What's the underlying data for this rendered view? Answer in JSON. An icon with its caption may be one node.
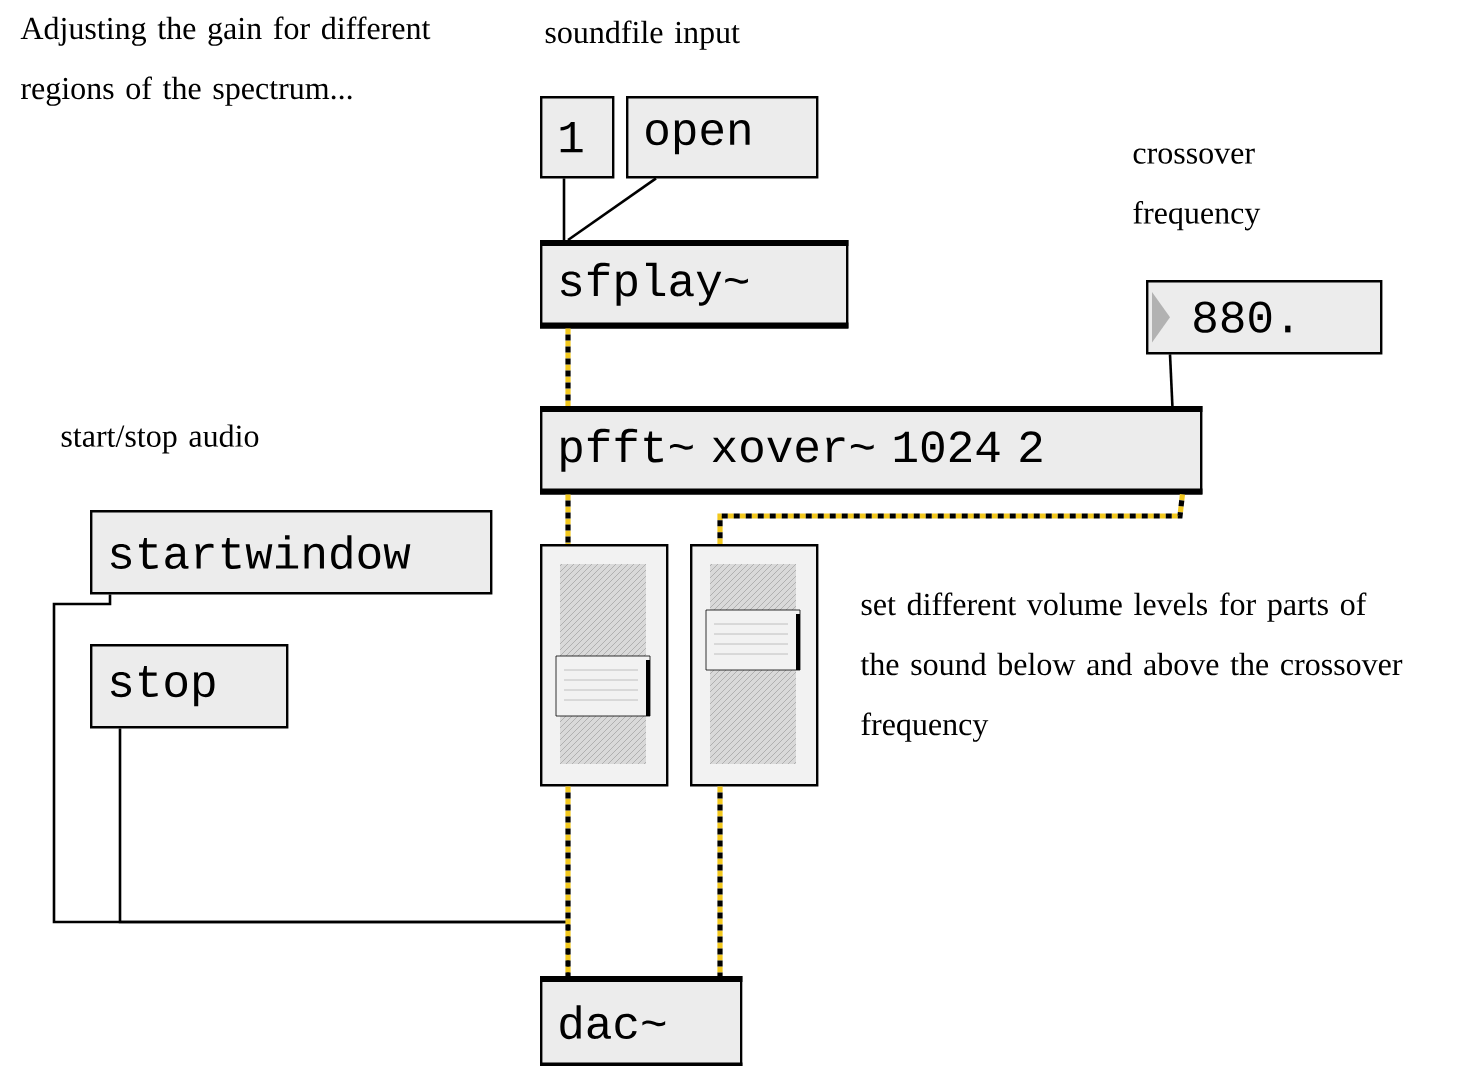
{
  "diagram": {
    "nodes": [
      {
        "text": [
          "1"
        ]
      },
      {
        "text": [
          "open"
        ]
      },
      {
        "text": [
          "sfplay~"
        ]
      },
      {
        "text": [
          "880."
        ]
      },
      {
        "text": [
          "pfft~ xover~ 1024 2"
        ]
      },
      {
        "text": [
          "startwindow"
        ]
      },
      {
        "text": [
          "stop"
        ]
      },
      {
        "text": [],
        "shape": "slider"
      },
      {
        "text": [],
        "shape": "slider"
      },
      {
        "text": [
          "dac~"
        ]
      }
    ],
    "edges": [
      {
        "from": 0,
        "to": 2,
        "arrow": "none"
      },
      {
        "from": 1,
        "to": 2,
        "arrow": "none"
      },
      {
        "from": 2,
        "to": 4,
        "arrow": "none",
        "style": "dashed",
        "color": "#f2c81e"
      },
      {
        "from": 3,
        "to": 4,
        "arrow": "none"
      },
      {
        "from": 4,
        "to": 7,
        "arrow": "none",
        "style": "dashed",
        "color": "#f2c81e"
      },
      {
        "from": 4,
        "to": 8,
        "arrow": "none",
        "style": "dashed",
        "color": "#f2c81e"
      },
      {
        "from": 5,
        "to": 9,
        "arrow": "none"
      },
      {
        "from": 6,
        "to": 9,
        "arrow": "none"
      },
      {
        "from": 7,
        "to": 9,
        "arrow": "none",
        "style": "dashed",
        "color": "#f2c81e"
      },
      {
        "from": 8,
        "to": 9,
        "arrow": "none",
        "style": "dashed",
        "color": "#f2c81e"
      }
    ],
    "labels": [
      "Adjusting the gain for different regions of the spectrum...",
      "soundfile input",
      "crossover frequency",
      "start/stop audio",
      "set different volume levels for parts of the sound below and above the crossover frequency"
    ]
  }
}
